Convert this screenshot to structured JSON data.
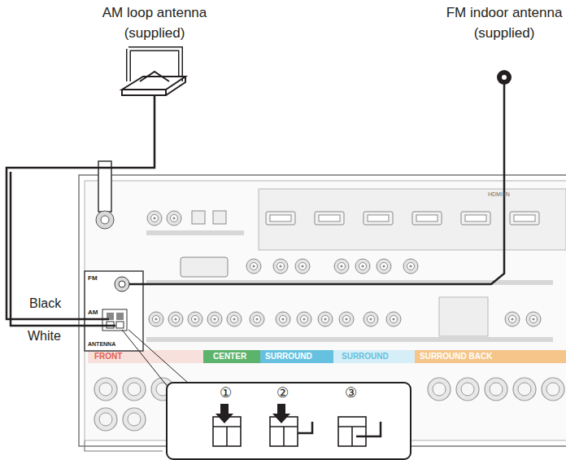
{
  "diagram": {
    "labels": [
      "AM loop antenna (supplied)",
      "FM indoor antenna (supplied)",
      "Black",
      "White",
      "①",
      "②",
      "③",
      "ANTENNA",
      "FM",
      "AM",
      "HDMI IN",
      "FRONT",
      "CENTER",
      "SURROUND",
      "SURROUND",
      "SURROUND BACK"
    ]
  }
}
